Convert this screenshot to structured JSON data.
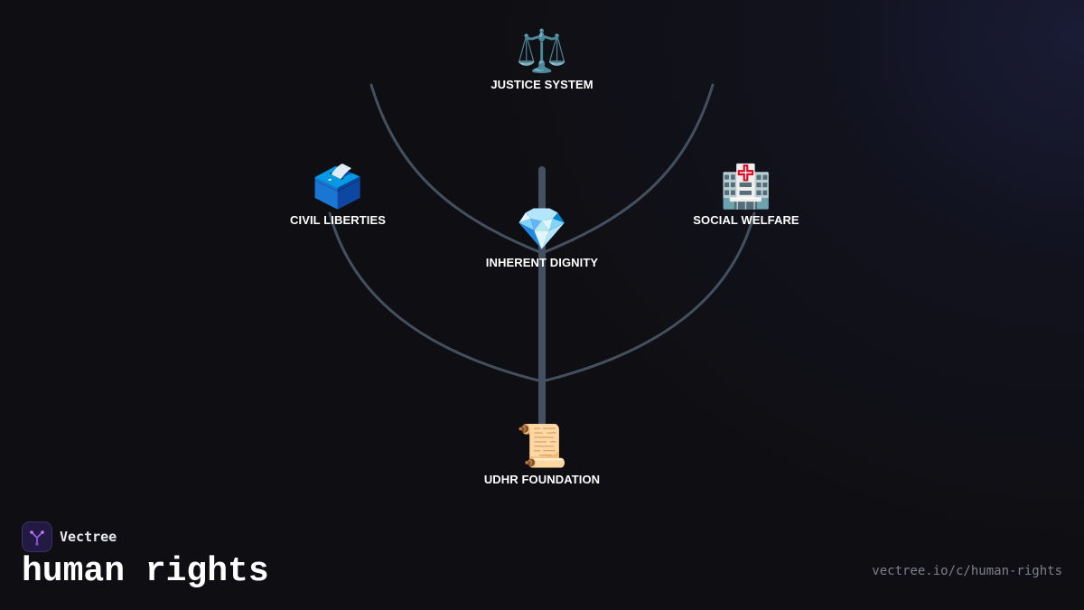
{
  "nodes": {
    "justice": {
      "icon": "⚖️",
      "icon_name": "scales-icon",
      "label": "JUSTICE SYSTEM"
    },
    "civil": {
      "icon": "🗳️",
      "icon_name": "ballot-box-icon",
      "label": "CIVIL LIBERTIES"
    },
    "social": {
      "icon": "🏥",
      "icon_name": "hospital-icon",
      "label": "SOCIAL WELFARE"
    },
    "dignity": {
      "icon": "💎",
      "icon_name": "gem-icon",
      "label": "INHERENT DIGNITY"
    },
    "foundation": {
      "icon": "📜",
      "icon_name": "scroll-icon",
      "label": "UDHR FOUNDATION"
    }
  },
  "brand": {
    "name": "Vectree",
    "logo_icon": "tree-logo-icon"
  },
  "title": "human rights",
  "url": "vectree.io/c/human-rights",
  "colors": {
    "background": "#0f0f13",
    "branch": "#44505f",
    "logo_bg": "#231a44",
    "logo_accent": "#9b5de5",
    "url_text": "#7d7f8c"
  }
}
